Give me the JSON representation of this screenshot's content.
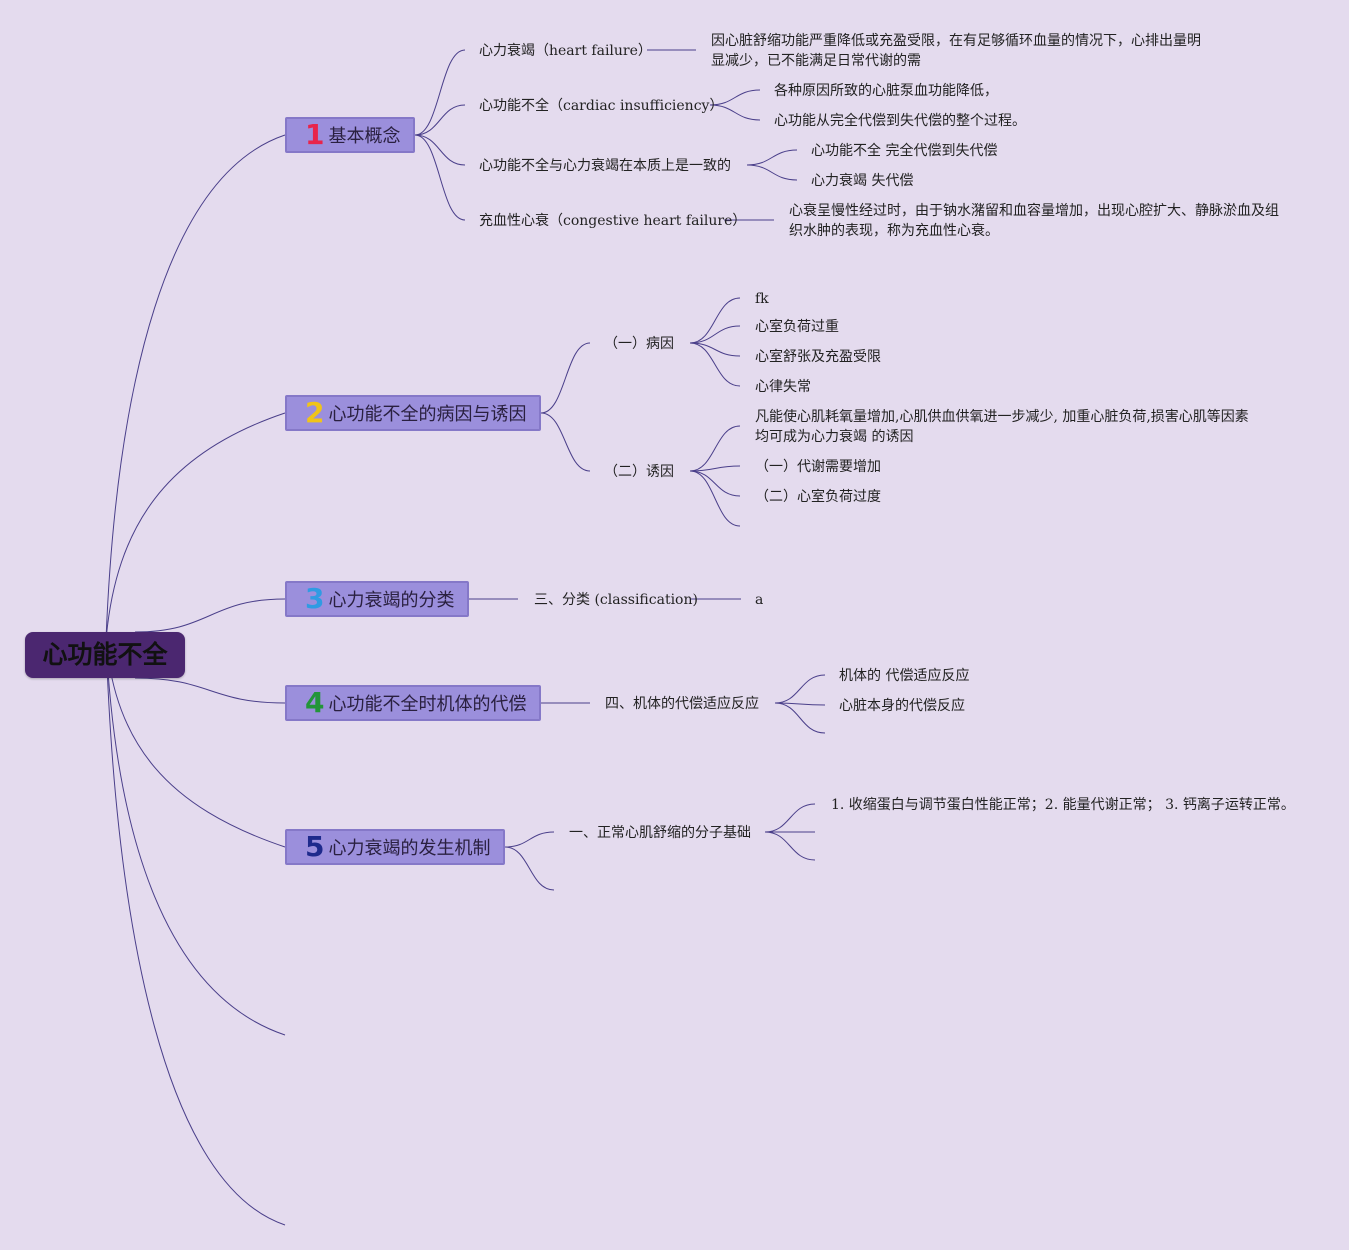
{
  "root": {
    "label": "心功能不全"
  },
  "branches": [
    {
      "number": "1",
      "number_color": "#e8244b",
      "label": "基本概念",
      "children": [
        {
          "label": "心力衰竭（heart failure）",
          "details": [
            "因心脏舒缩功能严重降低或充盈受限，在有足够循环血量的情况下，心排出量明显减少，已不能满足日常代谢的需"
          ]
        },
        {
          "label": "心功能不全（cardiac insufficiency）",
          "details": [
            "各种原因所致的心脏泵血功能降低，",
            "心功能从完全代偿到失代偿的整个过程。"
          ]
        },
        {
          "label": "心功能不全与心力衰竭在本质上是一致的",
          "details": [
            "心功能不全 完全代偿到失代偿",
            "心力衰竭 失代偿"
          ]
        },
        {
          "label": "充血性心衰（congestive heart failure）",
          "details": [
            "心衰呈慢性经过时，由于钠水潴留和血容量增加，出现心腔扩大、静脉淤血及组织水肿的表现，称为充血性心衰。"
          ]
        }
      ]
    },
    {
      "number": "2",
      "number_color": "#f0c419",
      "label": "心功能不全的病因与诱因",
      "children": [
        {
          "label": "（一）病因",
          "details": [
            "fk",
            "心室负荷过重",
            "心室舒张及充盈受限",
            "心律失常"
          ]
        },
        {
          "label": "（二）诱因",
          "details": [
            "凡能使心肌耗氧量增加,心肌供血供氧进一步减少, 加重心脏负荷,损害心肌等因素均可成为心力衰竭 的诱因",
            "（一）代谢需要增加",
            "（二）心室负荷过度"
          ]
        }
      ]
    },
    {
      "number": "3",
      "number_color": "#2f9be3",
      "label": "心力衰竭的分类",
      "children": [
        {
          "label": "三、分类 (classification)",
          "details": [
            "a"
          ]
        }
      ]
    },
    {
      "number": "4",
      "number_color": "#23953a",
      "label": "心功能不全时机体的代偿",
      "children": [
        {
          "label": "四、机体的代偿适应反应",
          "details": [
            "机体的 代偿适应反应",
            "心脏本身的代偿反应"
          ]
        }
      ]
    },
    {
      "number": "5",
      "number_color": "#1e2a8c",
      "label": "心力衰竭的发生机制",
      "children": [
        {
          "label": "一、正常心肌舒缩的分子基础",
          "details": [
            "1. 收缩蛋白与调节蛋白性能正常；2. 能量代谢正常； 3. 钙离子运转正常。"
          ]
        }
      ]
    }
  ],
  "colors": {
    "line": "#4a3f8a",
    "background": "#e4dbee",
    "root_fill": "#4b2770",
    "branch_fill": "#9b8fdc"
  }
}
